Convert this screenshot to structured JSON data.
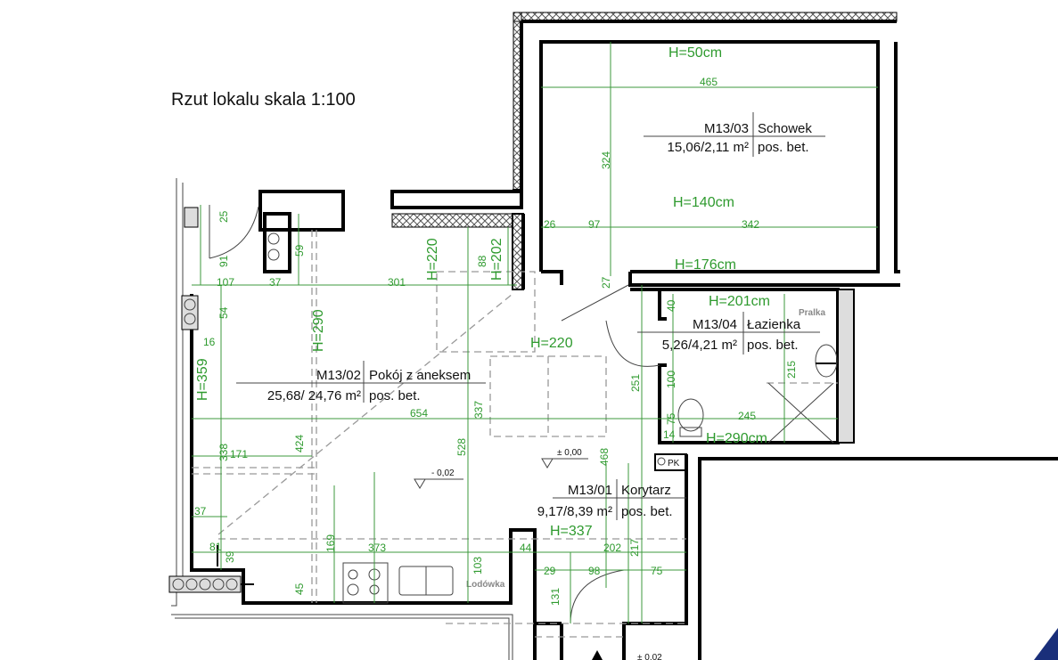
{
  "title": "Rzut lokalu skala 1:100",
  "rooms": [
    {
      "code": "M13/03",
      "name": "Schowek",
      "area": "15,06/2,11 m²",
      "floor": "pos. bet."
    },
    {
      "code": "M13/04",
      "name": "Łazienka",
      "area": "5,26/4,21 m²",
      "floor": "pos. bet."
    },
    {
      "code": "M13/02",
      "name": "Pokój z aneksem",
      "area": "25,68/ 24,76 m²",
      "floor": "pos. bet."
    },
    {
      "code": "M13/01",
      "name": "Korytarz",
      "area": "9,17/8,39 m²",
      "floor": "pos. bet."
    }
  ],
  "heights": {
    "h50": "H=50cm",
    "h140": "H=140cm",
    "h176": "H=176cm",
    "h201": "H=201cm",
    "h290cm": "H=290cm",
    "h220a": "H=220",
    "h202": "H=202",
    "h290": "H=290",
    "h359": "H=359",
    "h220b": "H=220",
    "h337": "H=337"
  },
  "dimensions": {
    "d465": "465",
    "d324": "324",
    "d26": "26",
    "d97": "97",
    "d342": "342",
    "d27": "27",
    "d40": "40",
    "d251": "251",
    "d100": "100",
    "d215": "215",
    "d75a": "75",
    "d245": "245",
    "d14": "14",
    "d25": "25",
    "d91": "91",
    "d59": "59",
    "d88": "88",
    "d107": "107",
    "d37a": "37",
    "d301": "301",
    "d54": "54",
    "d16": "16",
    "d654": "654",
    "d337": "337",
    "d338": "338",
    "d171": "171",
    "d424": "424",
    "d528": "528",
    "d468": "468",
    "d37b": "37",
    "d81": "81",
    "d39": "39",
    "d169": "169",
    "d373": "373",
    "d45": "45",
    "d103": "103",
    "d44": "44",
    "d202": "202",
    "d217": "217",
    "d29": "29",
    "d98": "98",
    "d75b": "75",
    "d131": "131"
  },
  "levels": {
    "l0": "± 0,00",
    "lm": "- 0,02",
    "lp": "± 0,02"
  },
  "labels": {
    "pralka": "Pralka",
    "lodowka": "Lodówka",
    "pk": "PK"
  },
  "colors": {
    "dimension": "#2e9a2e",
    "wall": "#000000",
    "accent": "#1a2f7a"
  }
}
